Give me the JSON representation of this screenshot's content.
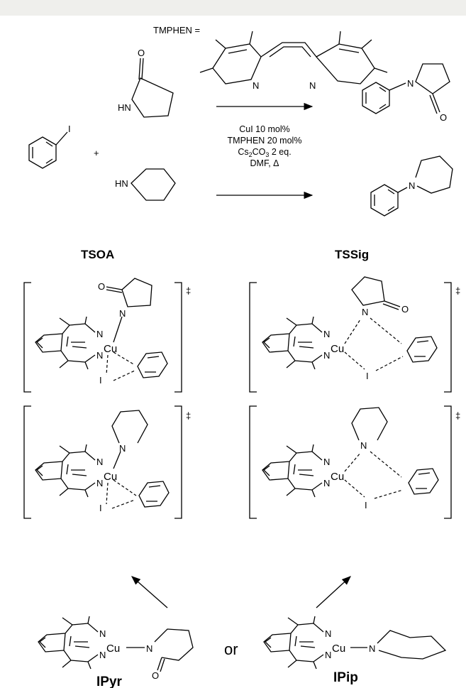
{
  "equation_label": "TMPHEN =",
  "plus": "+",
  "conditions": [
    "CuI 10 mol%",
    "TMPHEN 20 mol%",
    "Cs",
    "2",
    "CO",
    "3",
    " 2 eq.",
    "DMF, Δ"
  ],
  "atoms": {
    "N": "N",
    "O": "O",
    "I": "I",
    "HN": "HN",
    "Cu": "Cu"
  },
  "dagger": "‡",
  "headings": {
    "left": "TSOA",
    "right": "TSSig"
  },
  "connector": "or",
  "bottom_labels": {
    "left": "IPyr",
    "right": "IPip"
  }
}
